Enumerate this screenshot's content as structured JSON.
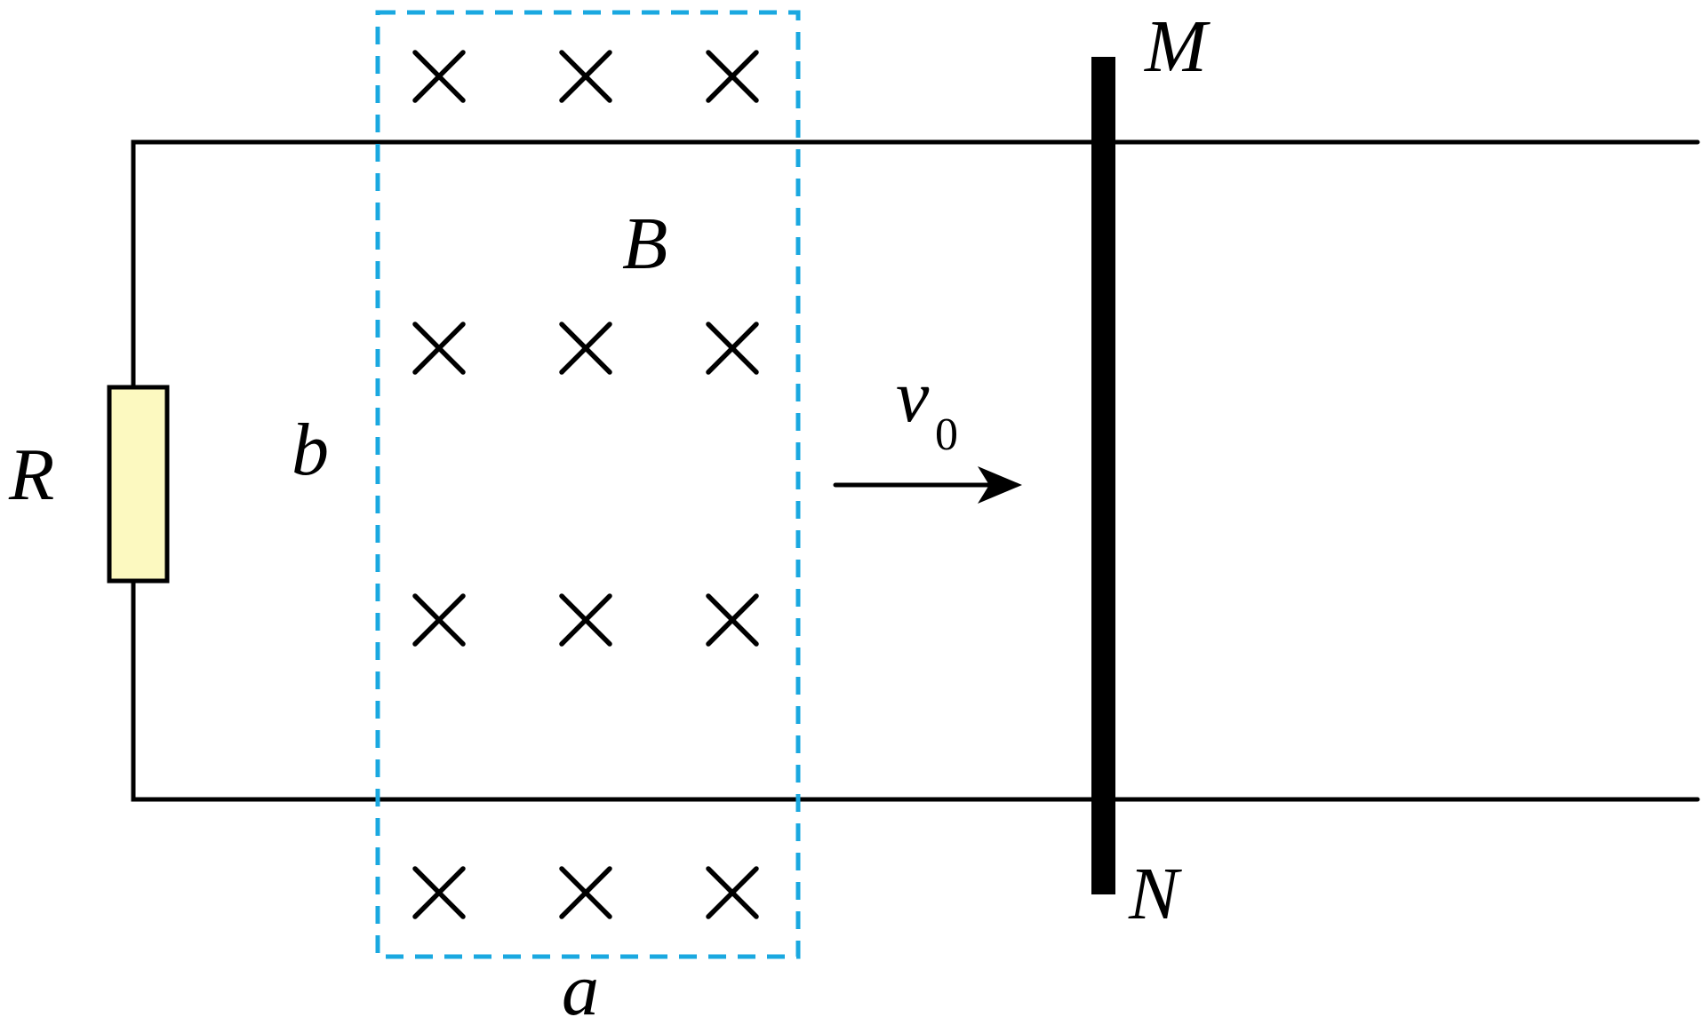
{
  "labels": {
    "resistor": "R",
    "field": "B",
    "region_height": "b",
    "region_width": "a",
    "velocity": "v",
    "velocity_subscript": "0",
    "rod_top": "M",
    "rod_bottom": "N"
  },
  "colors": {
    "resistor_fill": "#fcf9c0",
    "region_border": "#1aa8e0",
    "wire": "#000000"
  },
  "field_symbol": "×",
  "field_grid": {
    "rows": 4,
    "cols": 3
  }
}
